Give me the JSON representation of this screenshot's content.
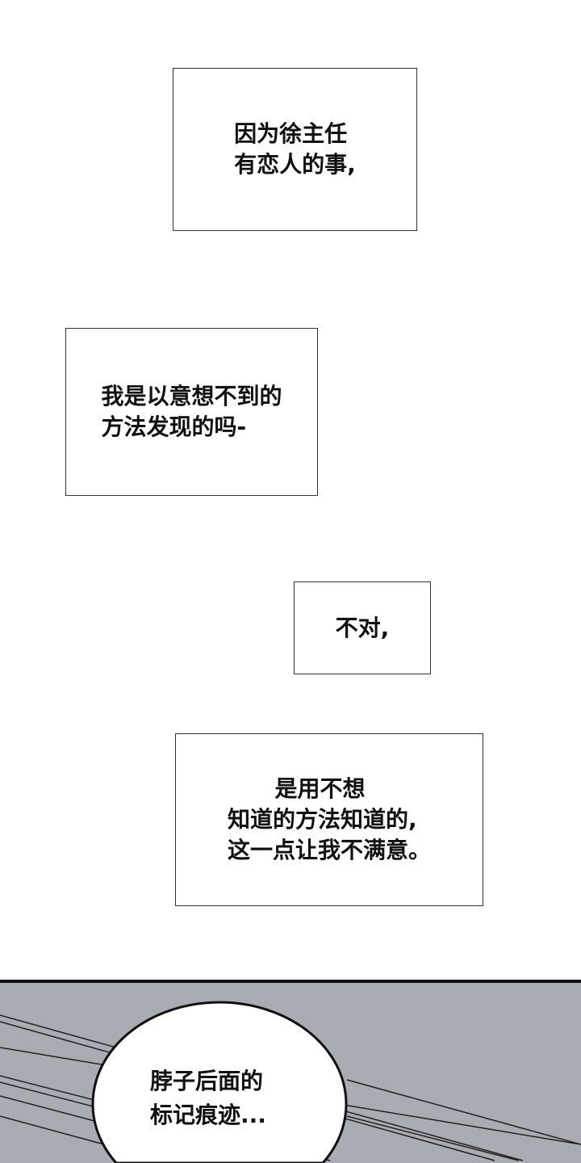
{
  "captions": [
    {
      "lines": "因为徐主任\n有恋人的事,"
    },
    {
      "lines": "我是以意想不到的\n方法发现的吗-"
    },
    {
      "lines": "不对,"
    },
    {
      "lines": "      是用不想\n知道的方法知道的,\n这一点让我不满意。"
    }
  ],
  "bubble": {
    "lines": "脖子后面的\n标记痕迹..."
  },
  "colors": {
    "panel_bg": "#aaacb4",
    "ink": "#111111"
  }
}
